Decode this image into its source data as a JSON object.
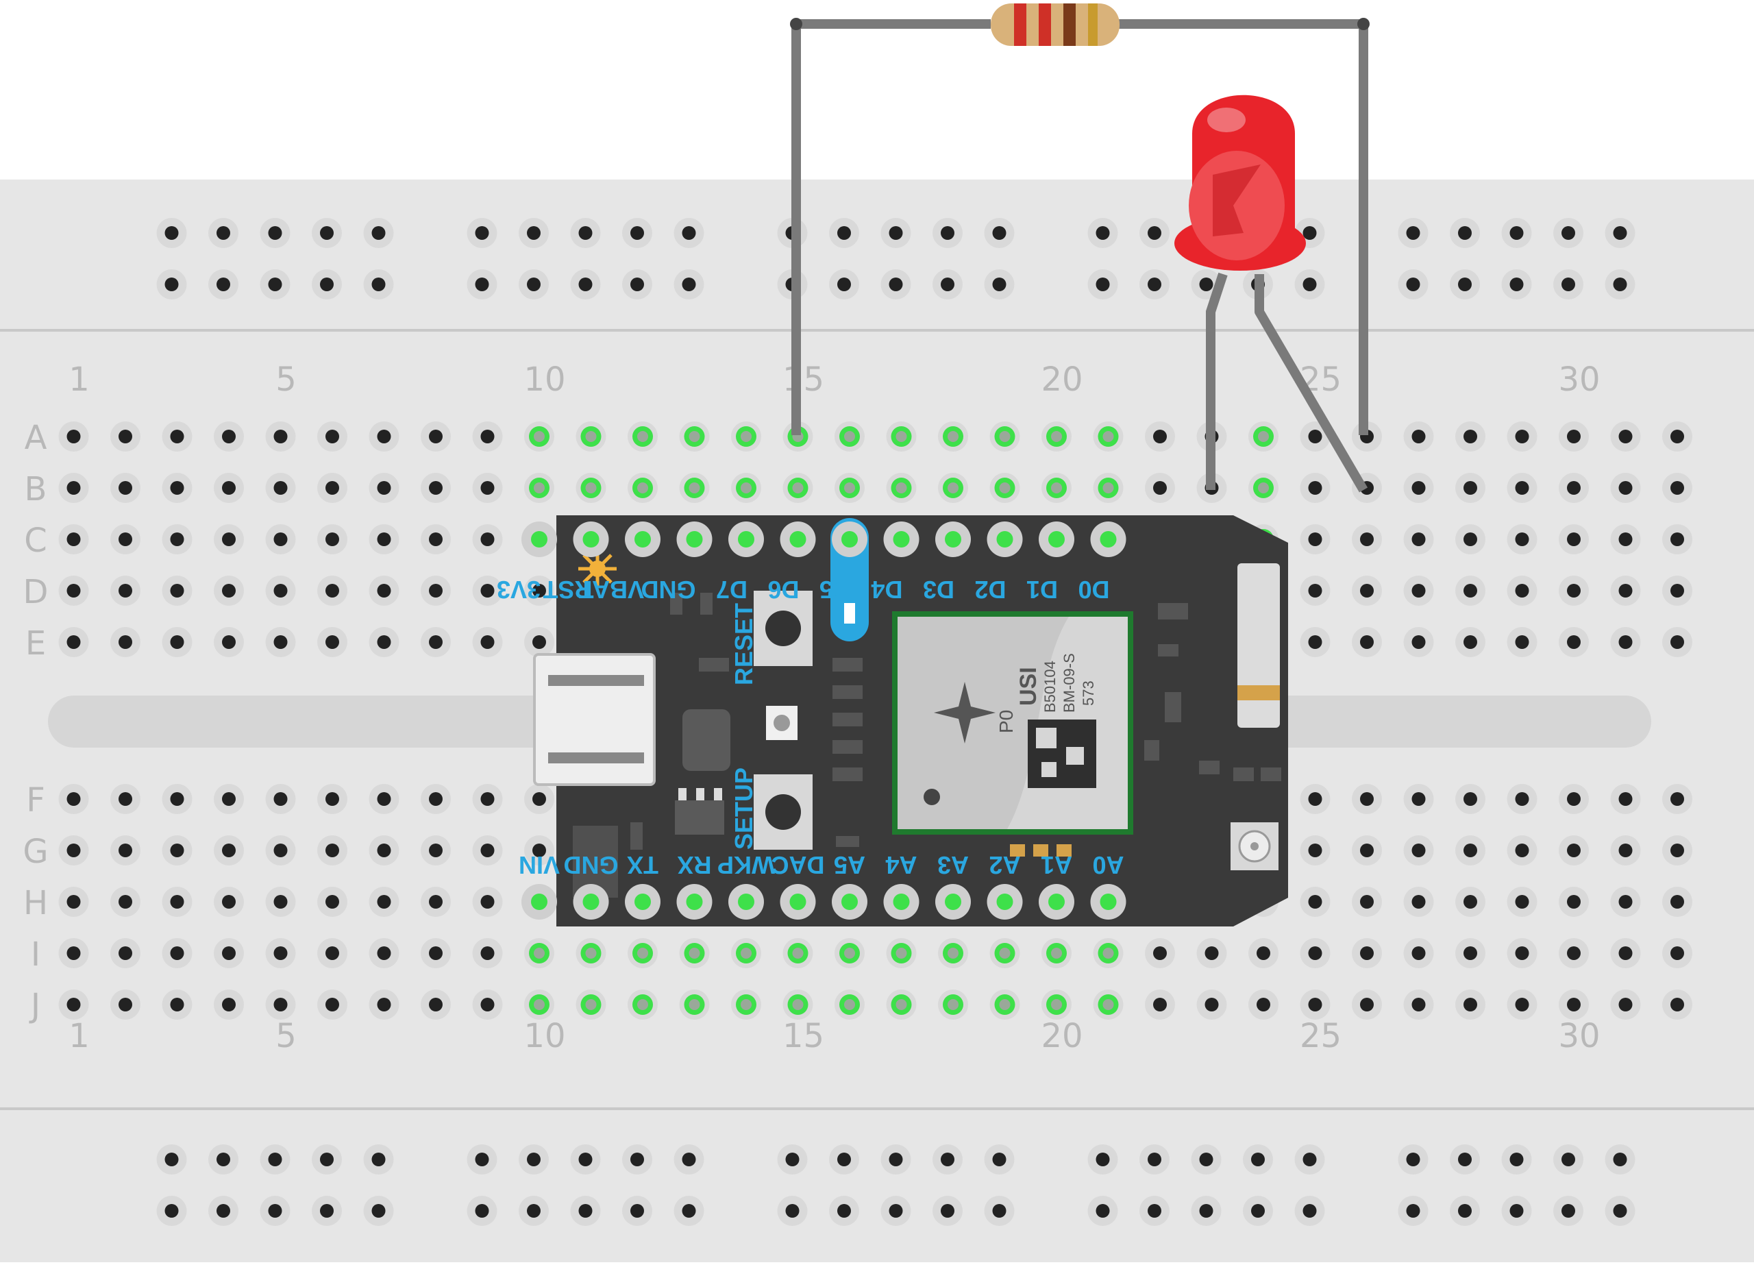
{
  "breadboard": {
    "column_numbers": [
      "1",
      "5",
      "10",
      "15",
      "20",
      "25",
      "30"
    ],
    "column_number_positions": [
      1,
      5,
      10,
      15,
      20,
      25,
      30
    ],
    "rows_top": [
      "A",
      "B",
      "C",
      "D",
      "E"
    ],
    "rows_bottom": [
      "F",
      "G",
      "H",
      "I",
      "J"
    ],
    "column_count": 32
  },
  "board": {
    "top_pins": [
      "3V3",
      "RST",
      "VBAT",
      "GND",
      "D7",
      "D6",
      "D5",
      "D4",
      "D3",
      "D2",
      "D1",
      "D0"
    ],
    "bottom_pins": [
      "VIN",
      "GND",
      "TX",
      "RX",
      "WKP",
      "DAC",
      "A5",
      "A4",
      "A3",
      "A2",
      "A1",
      "A0"
    ],
    "reset_label": "RESET",
    "setup_label": "SETUP",
    "module_text": {
      "model": "P0",
      "brand": "USI",
      "line1": "B50104",
      "line2": "BM-09-S",
      "line3": "573"
    }
  },
  "colors": {
    "breadboard": "#e6e6e6",
    "hole": "#222222",
    "hole_active": "#3ee04a",
    "board": "#3a3a3a",
    "pin_label": "#2aa7e0",
    "wire": "#7a7a7a",
    "led": "#e8242b",
    "resistor": "#d9b27a"
  },
  "icons": [
    "sun-logo-icon",
    "star-logo-icon"
  ]
}
